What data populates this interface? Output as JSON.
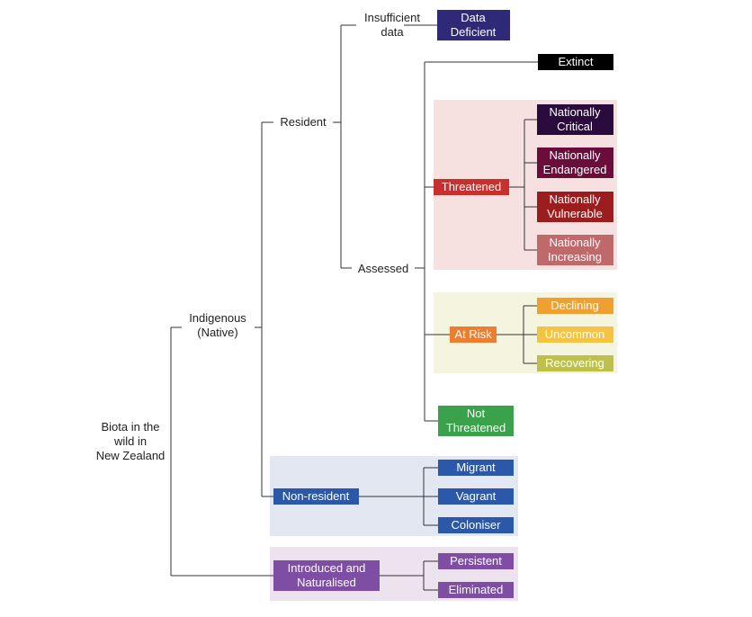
{
  "diagram": {
    "root": {
      "lines": [
        "Biota in the",
        "wild in",
        "New Zealand"
      ]
    },
    "indigenous": {
      "lines": [
        "Indigenous",
        "(Native)"
      ]
    },
    "resident": {
      "lines": [
        "Resident"
      ]
    },
    "insufficient": {
      "lines": [
        "Insufficient",
        "data"
      ]
    },
    "data_deficient": {
      "lines": [
        "Data",
        "Deficient"
      ],
      "fill": "#2e2a78"
    },
    "assessed": {
      "lines": [
        "Assessed"
      ]
    },
    "extinct": {
      "lines": [
        "Extinct"
      ],
      "fill": "#000000"
    },
    "threatened": {
      "lines": [
        "Threatened"
      ],
      "fill": "#c8302e"
    },
    "nat_critical": {
      "lines": [
        "Nationally",
        "Critical"
      ],
      "fill": "#2b0a3d"
    },
    "nat_endangered": {
      "lines": [
        "Nationally",
        "Endangered"
      ],
      "fill": "#6a0d3a"
    },
    "nat_vulnerable": {
      "lines": [
        "Nationally",
        "Vulnerable"
      ],
      "fill": "#9c1d1d"
    },
    "nat_increasing": {
      "lines": [
        "Nationally",
        "Increasing"
      ],
      "fill": "#c0696a"
    },
    "at_risk": {
      "lines": [
        "At Risk"
      ],
      "fill": "#ed7d31"
    },
    "declining": {
      "lines": [
        "Declining"
      ],
      "fill": "#f0a030"
    },
    "uncommon": {
      "lines": [
        "Uncommon"
      ],
      "fill": "#f5c342"
    },
    "recovering": {
      "lines": [
        "Recovering"
      ],
      "fill": "#bdc04a"
    },
    "not_threatened": {
      "lines": [
        "Not",
        "Threatened"
      ],
      "fill": "#3aa24a"
    },
    "non_resident": {
      "lines": [
        "Non-resident"
      ],
      "fill": "#2b58a8"
    },
    "migrant": {
      "lines": [
        "Migrant"
      ],
      "fill": "#2b58a8"
    },
    "vagrant": {
      "lines": [
        "Vagrant"
      ],
      "fill": "#2b58a8"
    },
    "coloniser": {
      "lines": [
        "Coloniser"
      ],
      "fill": "#2b58a8"
    },
    "introduced": {
      "lines": [
        "Introduced and",
        "Naturalised"
      ],
      "fill": "#7e4ea4"
    },
    "persistent": {
      "lines": [
        "Persistent"
      ],
      "fill": "#7e4ea4"
    },
    "eliminated": {
      "lines": [
        "Eliminated"
      ],
      "fill": "#7e4ea4"
    }
  },
  "panels": {
    "threatened_panel": "#f6e0e0",
    "at_risk_panel": "#f4f4df",
    "non_resident_panel": "#e2e7f1",
    "introduced_panel": "#ece3ef"
  }
}
